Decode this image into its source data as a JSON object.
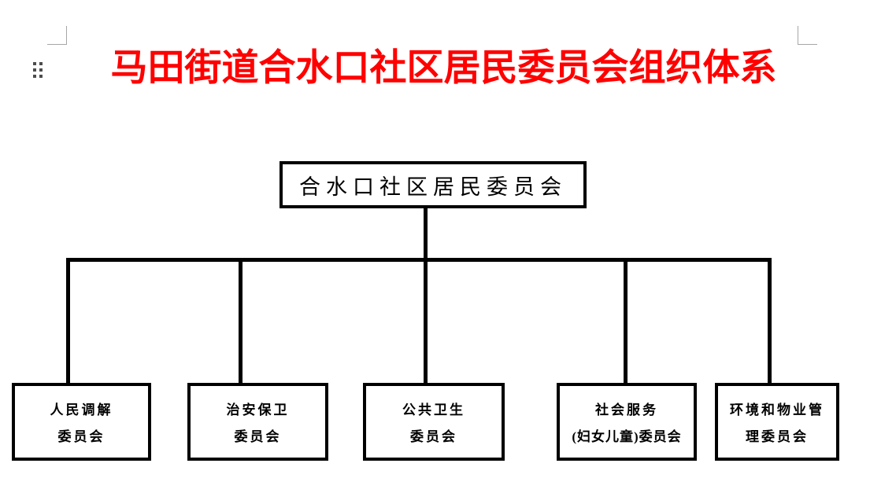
{
  "title": {
    "text": "马田街道合水口社区居民委员会组织体系",
    "color": "#FF0000"
  },
  "org_chart": {
    "root": {
      "label": "合水口社区居民委员会"
    },
    "committees": [
      {
        "line1": "人民调解",
        "line2": "委员会"
      },
      {
        "line1": "治安保卫",
        "line2": "委员会"
      },
      {
        "line1": "公共卫生",
        "line2": "委员会"
      },
      {
        "line1": "社会服务",
        "line2": "(妇女儿童)委员会"
      },
      {
        "line1": "环境和物业管",
        "line2": "理委员会"
      }
    ]
  },
  "icons": {
    "move_handle": "six-dot-drag-handle",
    "boundary_marks": "word-text-boundary-corners"
  },
  "colors": {
    "title_red": "#FF0000",
    "line_black": "#000000",
    "boundary_gray": "#A6A6A6",
    "handle_dot_gray": "#4D4D4D",
    "page_background": "#FFFFFF"
  }
}
